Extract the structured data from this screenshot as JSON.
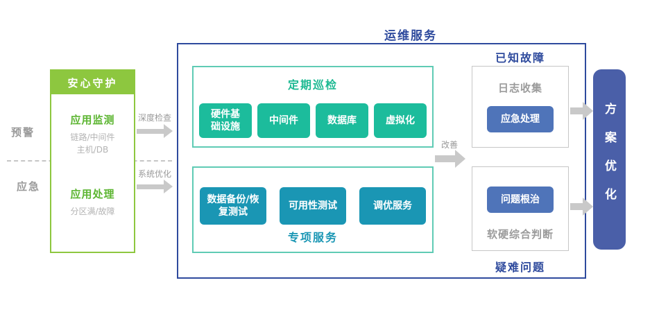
{
  "phases": {
    "warning": "预警",
    "emergency": "应急"
  },
  "guard": {
    "header": "安心守护",
    "monitor": {
      "title": "应用监测",
      "lines": [
        "链路/中间件",
        "主机/DB"
      ]
    },
    "process": {
      "title": "应用处理",
      "lines": [
        "分区满/故障"
      ]
    }
  },
  "flow": {
    "deep_check": "深度检查",
    "system_opt": "系统优化",
    "improve": "改善"
  },
  "main": {
    "title": "运维服务",
    "inspection": {
      "title": "定期巡检",
      "items": [
        "硬件基础设施",
        "中间件",
        "数据库",
        "虚拟化"
      ]
    },
    "special": {
      "title": "专项服务",
      "items": [
        "数据备份/恢复测试",
        "可用性测试",
        "调优服务"
      ]
    },
    "known_faults": {
      "title": "已知故障",
      "label": "日志收集",
      "button": "应急处理"
    },
    "difficult": {
      "title": "疑难问题",
      "button": "问题根治",
      "label": "软硬综合判断"
    }
  },
  "result": {
    "label": "方案优化"
  },
  "colors": {
    "green": "#8dc73f",
    "green_text": "#5cb531",
    "teal_green": "#1cbc9c",
    "teal_blue": "#1a96b4",
    "blue": "#2e4a9d",
    "blue_button": "#4f74b9",
    "result_blue": "#4a5fa8",
    "gray_text": "#9b9b9b",
    "arrow_gray": "#c9c9c9"
  }
}
